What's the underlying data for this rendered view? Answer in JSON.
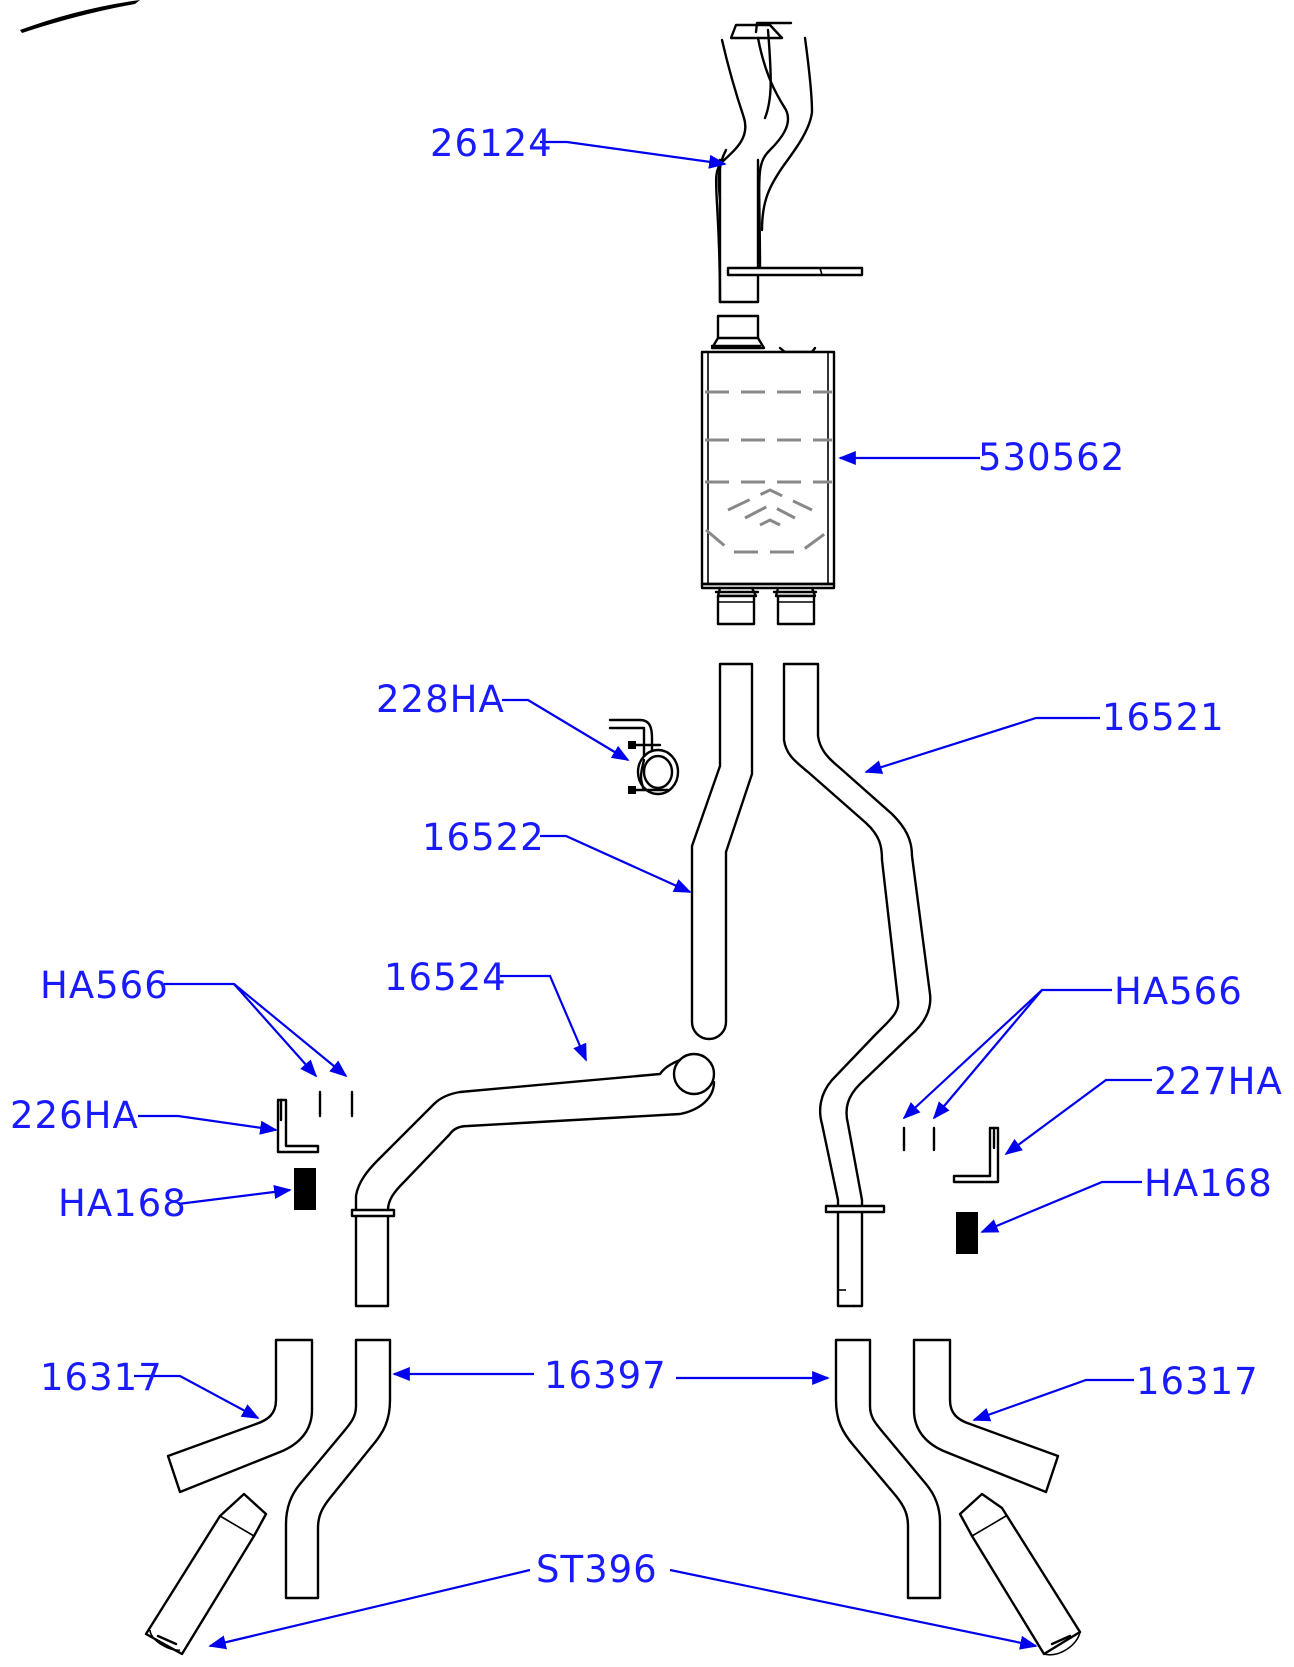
{
  "labels": {
    "tailpipe": "26124",
    "muffler": "530562",
    "clamp": "228HA",
    "right_pipe": "16521",
    "left_pipe": "16522",
    "crossover": "16524",
    "hanger_rod_left": "HA566",
    "hanger_rod_right": "HA566",
    "bracket_left": "226HA",
    "bracket_right": "227HA",
    "isolator_left": "HA168",
    "isolator_right": "HA168",
    "y_pipe_left": "16317",
    "y_pipe_right": "16317",
    "extension_pipe": "16397",
    "tips": "ST396"
  },
  "colors": {
    "callout": "#1a1aff",
    "leader": "#0000ee",
    "outline": "#000000",
    "hidden_line": "#888888",
    "background": "#ffffff"
  }
}
